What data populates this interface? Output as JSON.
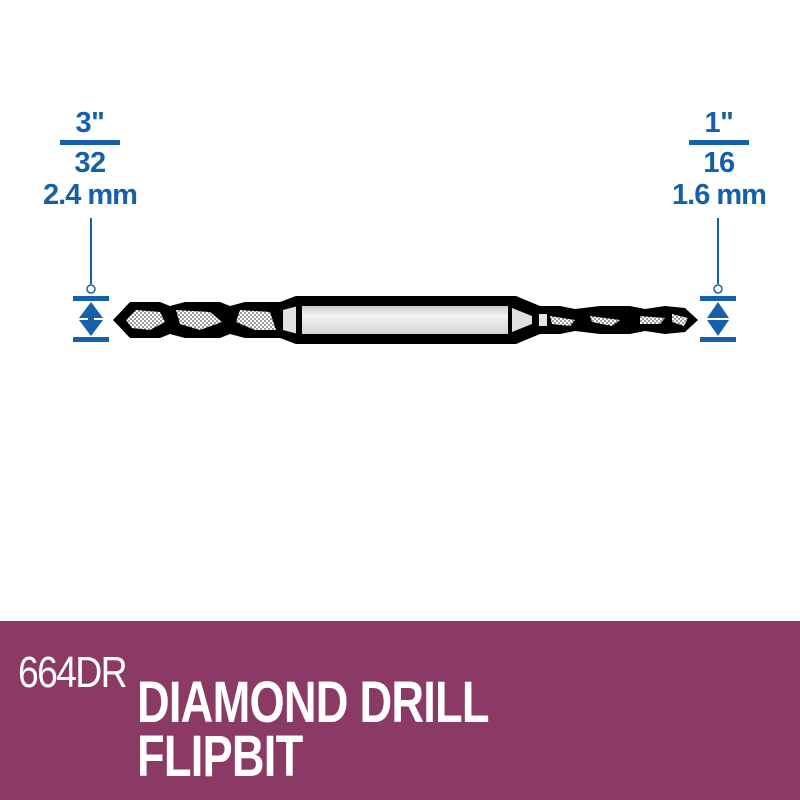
{
  "diagram": {
    "subject": "double-ended drill bit",
    "colors": {
      "dimension": "#1560a8",
      "outline": "#000000",
      "shank": "#e8e8e8",
      "banner": "#8b3a66",
      "banner_text": "#ffffff"
    }
  },
  "dimensions": {
    "left": {
      "numerator": "3\"",
      "denominator": "32",
      "metric": "2.4 mm"
    },
    "right": {
      "numerator": "1\"",
      "denominator": "16",
      "metric": "1.6 mm"
    }
  },
  "banner": {
    "product_code": "664DR",
    "title_line1": "DIAMOND DRILL",
    "title_line2": "FLIPBIT"
  }
}
